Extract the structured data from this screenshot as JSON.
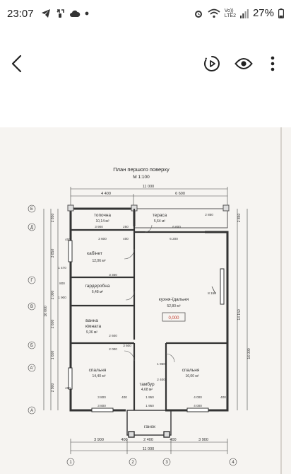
{
  "status_bar": {
    "time": "23:07",
    "battery": "27%",
    "lte_label_top": "Vo))",
    "lte_label_bottom": "LTE2",
    "icons": [
      "telegram-icon",
      "missed-call-icon",
      "cloud-icon",
      "dot-icon",
      "alarm-icon",
      "wifi-icon",
      "signal-icon",
      "battery-icon"
    ]
  },
  "toolbar": {
    "icons": [
      "back-arrow-icon",
      "motion-photo-icon",
      "eye-icon",
      "more-vert-icon"
    ]
  },
  "plan": {
    "title": "План першого поверху",
    "scale": "М 1:100",
    "rooms": {
      "toilet": {
        "name": "топочна",
        "area": "10,14 м²"
      },
      "terrace": {
        "name": "тераса",
        "area": "5,64 м²"
      },
      "office": {
        "name": "кабінет",
        "area": "12,06 м²"
      },
      "wardrobe": {
        "name": "гардеробна",
        "area": "6,48 м²"
      },
      "kitchen": {
        "name": "кухня-їдальня",
        "area": "52,80 м²"
      },
      "bath_line1": "ванна",
      "bath_line2": "кімната",
      "bath_area": "9,36 м²",
      "bedroom1": {
        "name": "спальня",
        "area": "14,40 м²"
      },
      "bedroom2": {
        "name": "спальня",
        "area": "16,00 м²"
      },
      "tambur": {
        "name": "тамбур",
        "area": "4,68 м²"
      },
      "porch": "ганок"
    },
    "level_mark": "0,000",
    "dims_top": {
      "total": "11 000",
      "left": "4 400",
      "right": "6 600"
    },
    "dims_bottom": {
      "total": "11 000",
      "a": "3 900",
      "b": "400",
      "c": "2 400",
      "d": "400",
      "e": "3 900"
    },
    "dims_left": {
      "total": "16 000",
      "d1": "2 850",
      "d2": "3 850",
      "d3": "2 000",
      "d4": "2 600",
      "d5": "1 600",
      "d6": "2 900"
    },
    "dims_right": {
      "total": "16 000",
      "d1": "2 850",
      "d2": "13 150"
    },
    "dims_inner": [
      "3 900",
      "250",
      "6 600",
      "400",
      "3 600",
      "400",
      "6 200",
      "1 470",
      "800",
      "1 900",
      "8 150",
      "2 000",
      "3 350",
      "2 600",
      "3 800",
      "1 950",
      "4 000",
      "3 600",
      "2 400",
      "400",
      "2 850",
      "1 950",
      "4 000",
      "400",
      "3 800",
      "1 950",
      "400"
    ],
    "axes_rows": [
      "Е",
      "Д",
      "Г",
      "В",
      "Б",
      "А'",
      "А"
    ],
    "axes_cols": [
      "1",
      "2",
      "3",
      "4"
    ]
  }
}
